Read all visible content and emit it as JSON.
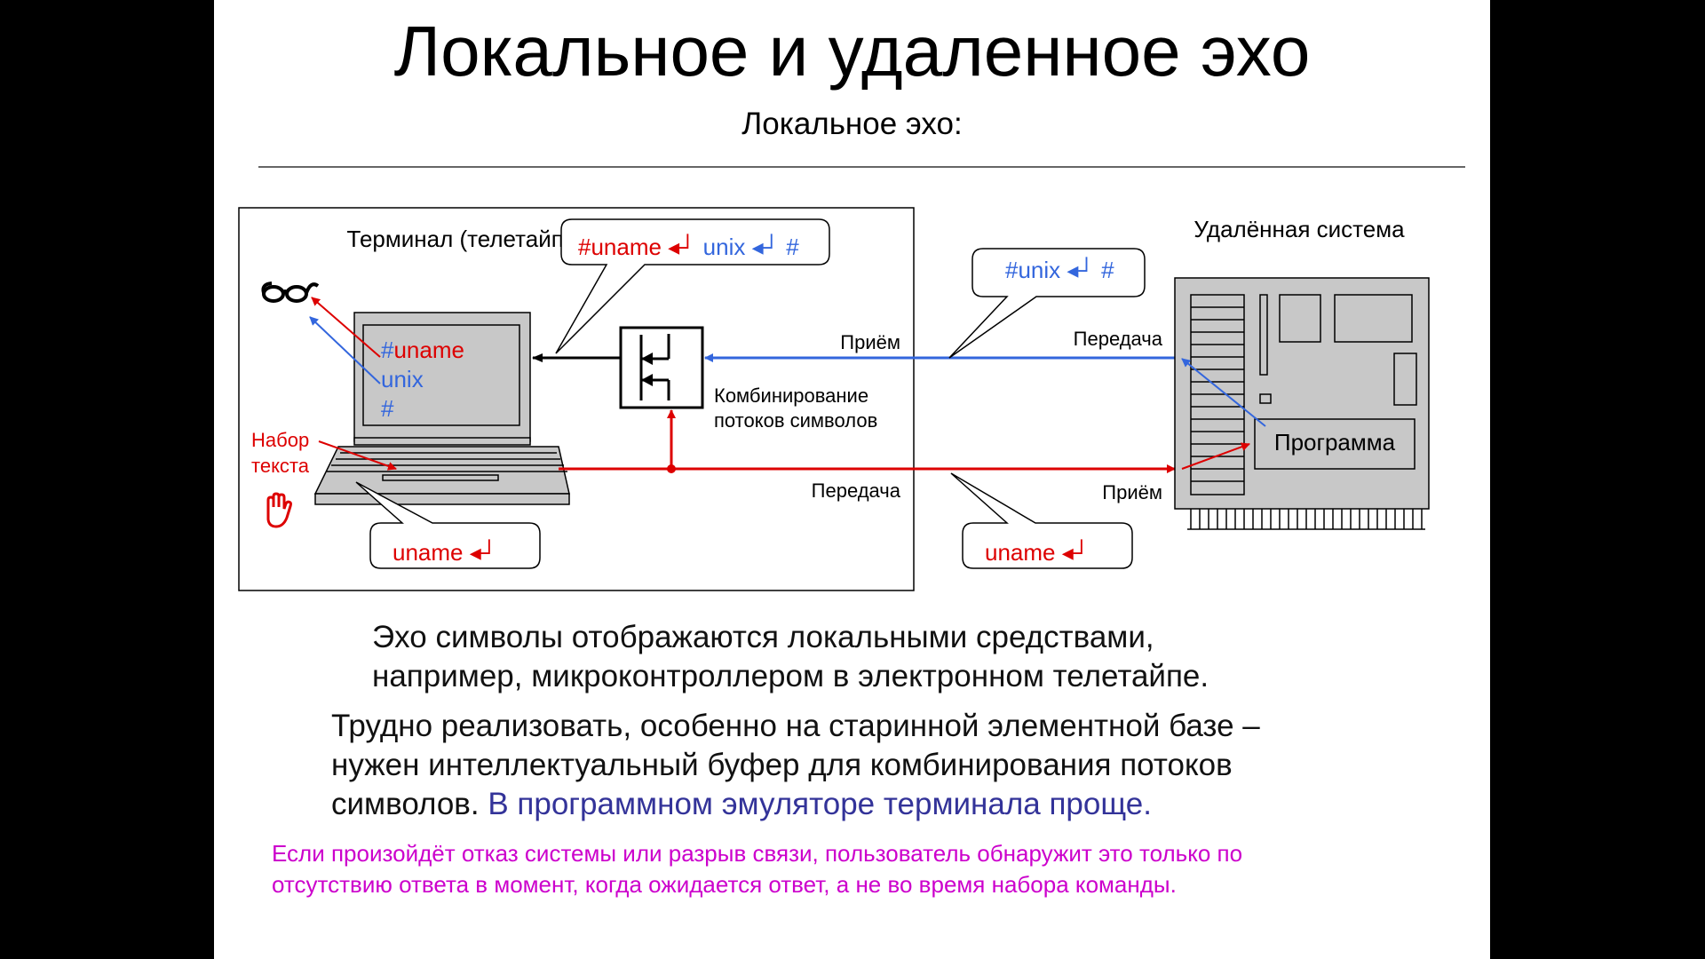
{
  "slide": {
    "title": "Локальное и удаленное эхо",
    "subtitle": "Локальное эхо:"
  },
  "diagram": {
    "terminal_label": "Терминал (телетайп)",
    "remote_label": "Удалённая система",
    "screen_lines": [
      {
        "prefix": "#",
        "text": "uname"
      },
      {
        "text": "unix"
      },
      {
        "text": "#"
      }
    ],
    "typing_label_1": "Набор",
    "typing_label_2": "текста",
    "combine_label_1": "Комбинирование",
    "combine_label_2": "потоков символов",
    "receive_left": "Приём",
    "transmit_right": "Передача",
    "transmit_left": "Передача",
    "receive_right": "Приём",
    "program_label": "Программа",
    "bubble_top_left": {
      "cmd": "#uname ◂┘",
      "out": "unix ◂┘ #"
    },
    "bubble_top_right": {
      "out": "#unix ◂┘ #"
    },
    "bubble_bottom_left": {
      "cmd": "uname ◂┘"
    },
    "bubble_bottom_right": {
      "cmd": "uname ◂┘"
    },
    "colors": {
      "red": "#dd0000",
      "blue": "#3366dd",
      "dark_blue": "#333399",
      "magenta": "#cc00cc"
    }
  },
  "body": {
    "p1_line1": "Эхо символы отображаются локальными средствами,",
    "p1_line2": "например, микроконтроллером в электронном телетайпе.",
    "p2_line1": "Трудно реализовать, особенно на старинной элементной базе –",
    "p2_line2": "нужен интеллектуальный буфер для комбинирования потоков",
    "p2_line3_black": "символов.",
    "p2_line3_blue": "В программном эмуляторе терминала проще.",
    "note_line1": "Если произойдёт отказ системы или разрыв связи, пользователь обнаружит это только по",
    "note_line2": "отсутствию ответа в момент, когда ожидается ответ, а не во время набора команды."
  }
}
